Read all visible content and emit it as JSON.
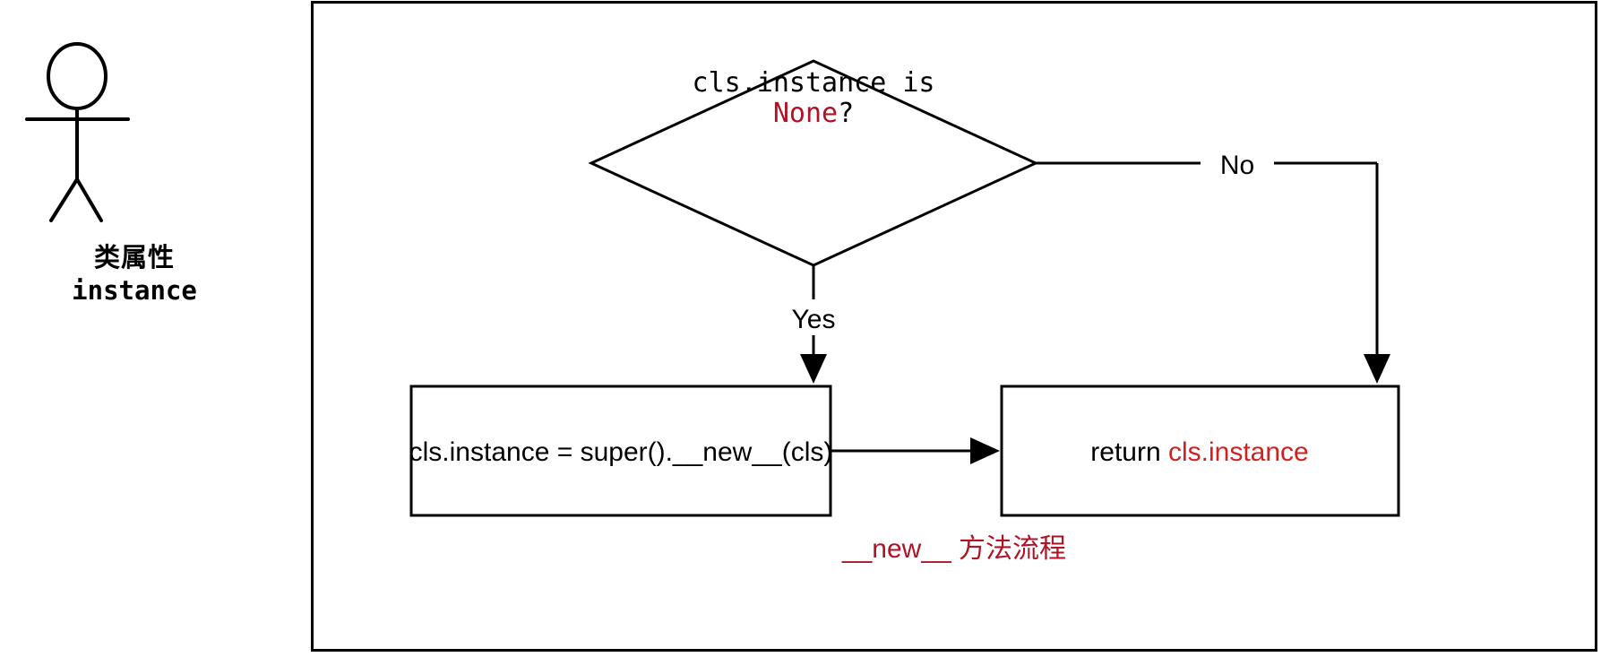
{
  "actor": {
    "icon": "stick-figure-icon",
    "label_cjk": "类属性",
    "label_mono": "instance"
  },
  "panel": {
    "caption": "__new__ 方法流程",
    "caption_color": "#b01226"
  },
  "colors": {
    "stroke": "#000000",
    "background": "#ffffff",
    "accent_red": "#b01226",
    "node_red": "#cc2222"
  },
  "flow": {
    "decision": {
      "line1_prefix": "cls.instance is",
      "line2_keyword": "None",
      "line2_suffix": "?"
    },
    "edges": [
      {
        "name": "yes-edge",
        "label": "Yes"
      },
      {
        "name": "no-edge",
        "label": "No"
      }
    ],
    "process_box": {
      "text": "cls.instance = super().__new__(cls)"
    },
    "return_box": {
      "prefix": "return ",
      "keyword": "cls.instance"
    }
  }
}
